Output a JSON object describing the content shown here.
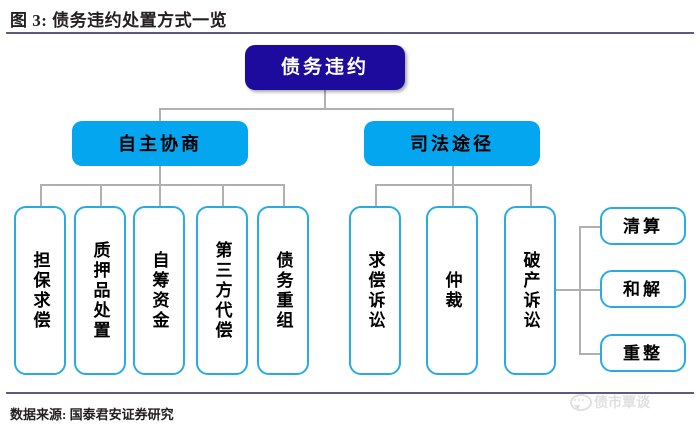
{
  "figure": {
    "title": "图 3: 债务违约处置方式一览",
    "source": "数据来源: 国泰君安证券研究",
    "watermark": "债市覃谈"
  },
  "colors": {
    "root_fill": "#1c0b9c",
    "root_text": "#ffffff",
    "level2_fill": "#04a6f0",
    "leaf_border": "#29ABE2",
    "leaf_fill": "#ffffff",
    "connector": "#b0b0b0",
    "rule": "#5c5a80"
  },
  "tree": {
    "root": {
      "label": "债务违约"
    },
    "branches": [
      {
        "label": "自主协商",
        "children": [
          {
            "label": "担保求偿"
          },
          {
            "label": "质押品处置"
          },
          {
            "label": "自筹资金"
          },
          {
            "label": "第三方代偿"
          },
          {
            "label": "债务重组"
          }
        ]
      },
      {
        "label": "司法途径",
        "children": [
          {
            "label": "求偿诉讼"
          },
          {
            "label": "仲裁"
          },
          {
            "label": "破产诉讼",
            "children": [
              {
                "label": "清算"
              },
              {
                "label": "和解"
              },
              {
                "label": "重整"
              }
            ]
          }
        ]
      }
    ]
  }
}
